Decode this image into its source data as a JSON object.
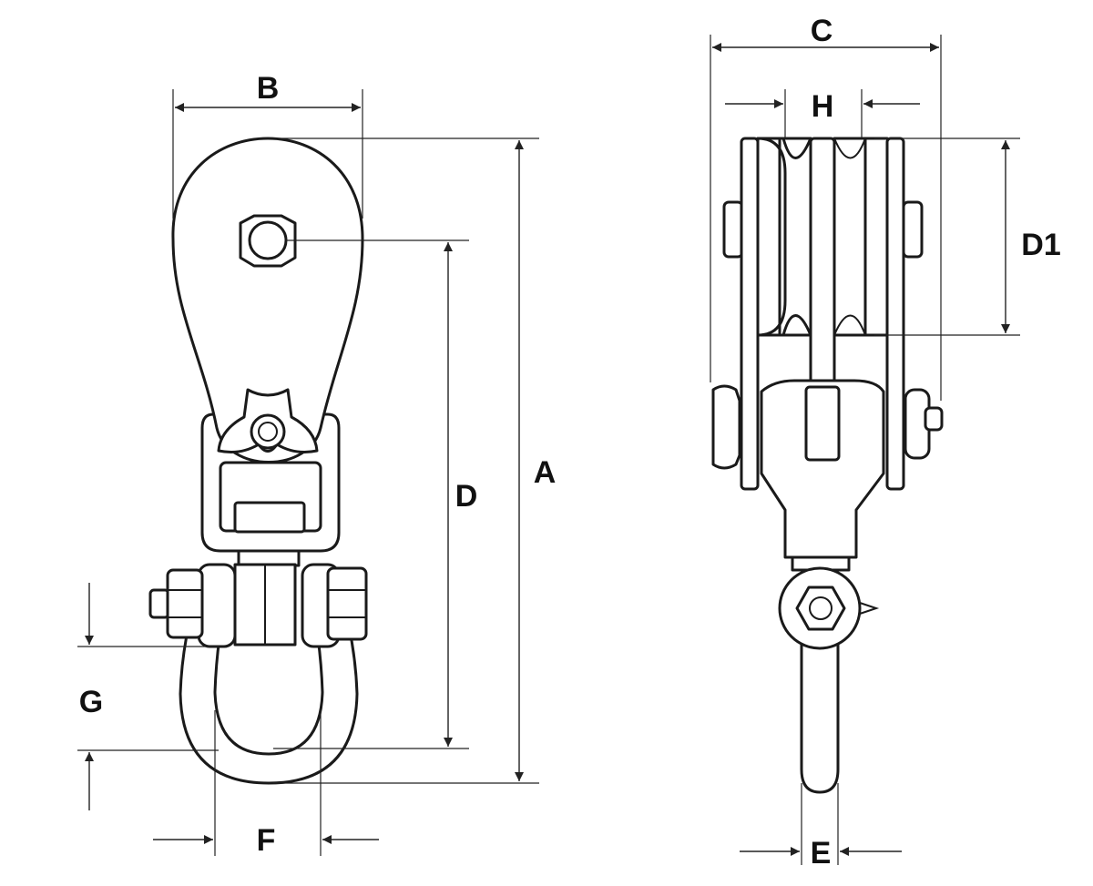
{
  "diagram": {
    "labels": {
      "a": "A",
      "b": "B",
      "c": "C",
      "d": "D",
      "d1": "D1",
      "e": "E",
      "f": "F",
      "g": "G",
      "h": "H"
    }
  }
}
